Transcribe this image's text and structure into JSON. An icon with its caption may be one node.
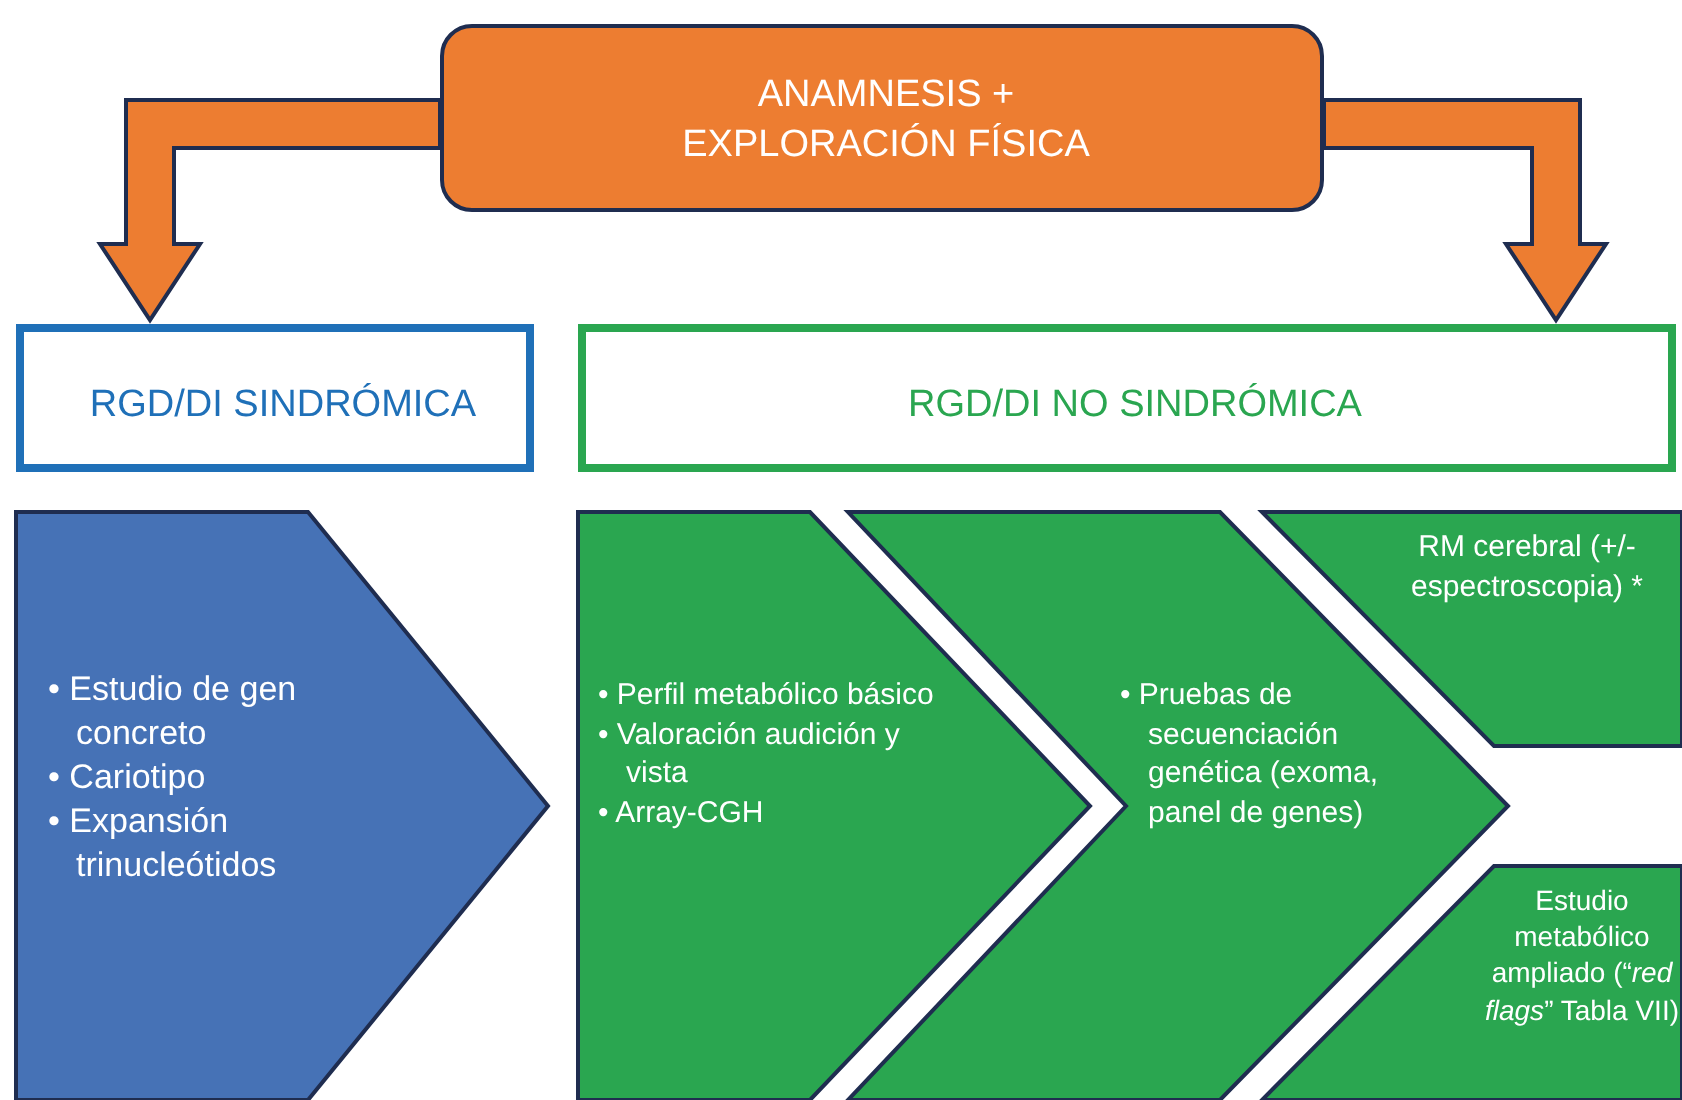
{
  "diagram": {
    "nodes": [
      {
        "text": [
          "ANAMNESIS + EXPLORACIÓN FÍSICA"
        ]
      },
      {
        "text": [
          "RGD/DI SINDRÓMICA"
        ]
      },
      {
        "text": [
          "RGD/DI NO SINDRÓMICA"
        ]
      },
      {
        "text": [
          "• Estudio de gen concreto",
          "• Cariotipo",
          "• Expansión trinucleótidos"
        ]
      },
      {
        "text": [
          "• Perfil metabólico básico",
          "• Valoración audición y vista",
          "• Array-CGH"
        ]
      },
      {
        "text": [
          "• Pruebas de secuenciación genética (exoma, panel de genes)"
        ]
      },
      {
        "text": [
          "RM cerebral (+/- espectroscopia) *"
        ]
      },
      {
        "text": [
          "Estudio metabólico ampliado (“*red flags*” Tabla VII)"
        ]
      }
    ],
    "edges": [
      {
        "from": 0,
        "to": 1,
        "arrow": "to",
        "style": "thick",
        "color": "#ed7d31"
      },
      {
        "from": 0,
        "to": 2,
        "arrow": "to",
        "style": "thick",
        "color": "#ed7d31"
      }
    ]
  }
}
